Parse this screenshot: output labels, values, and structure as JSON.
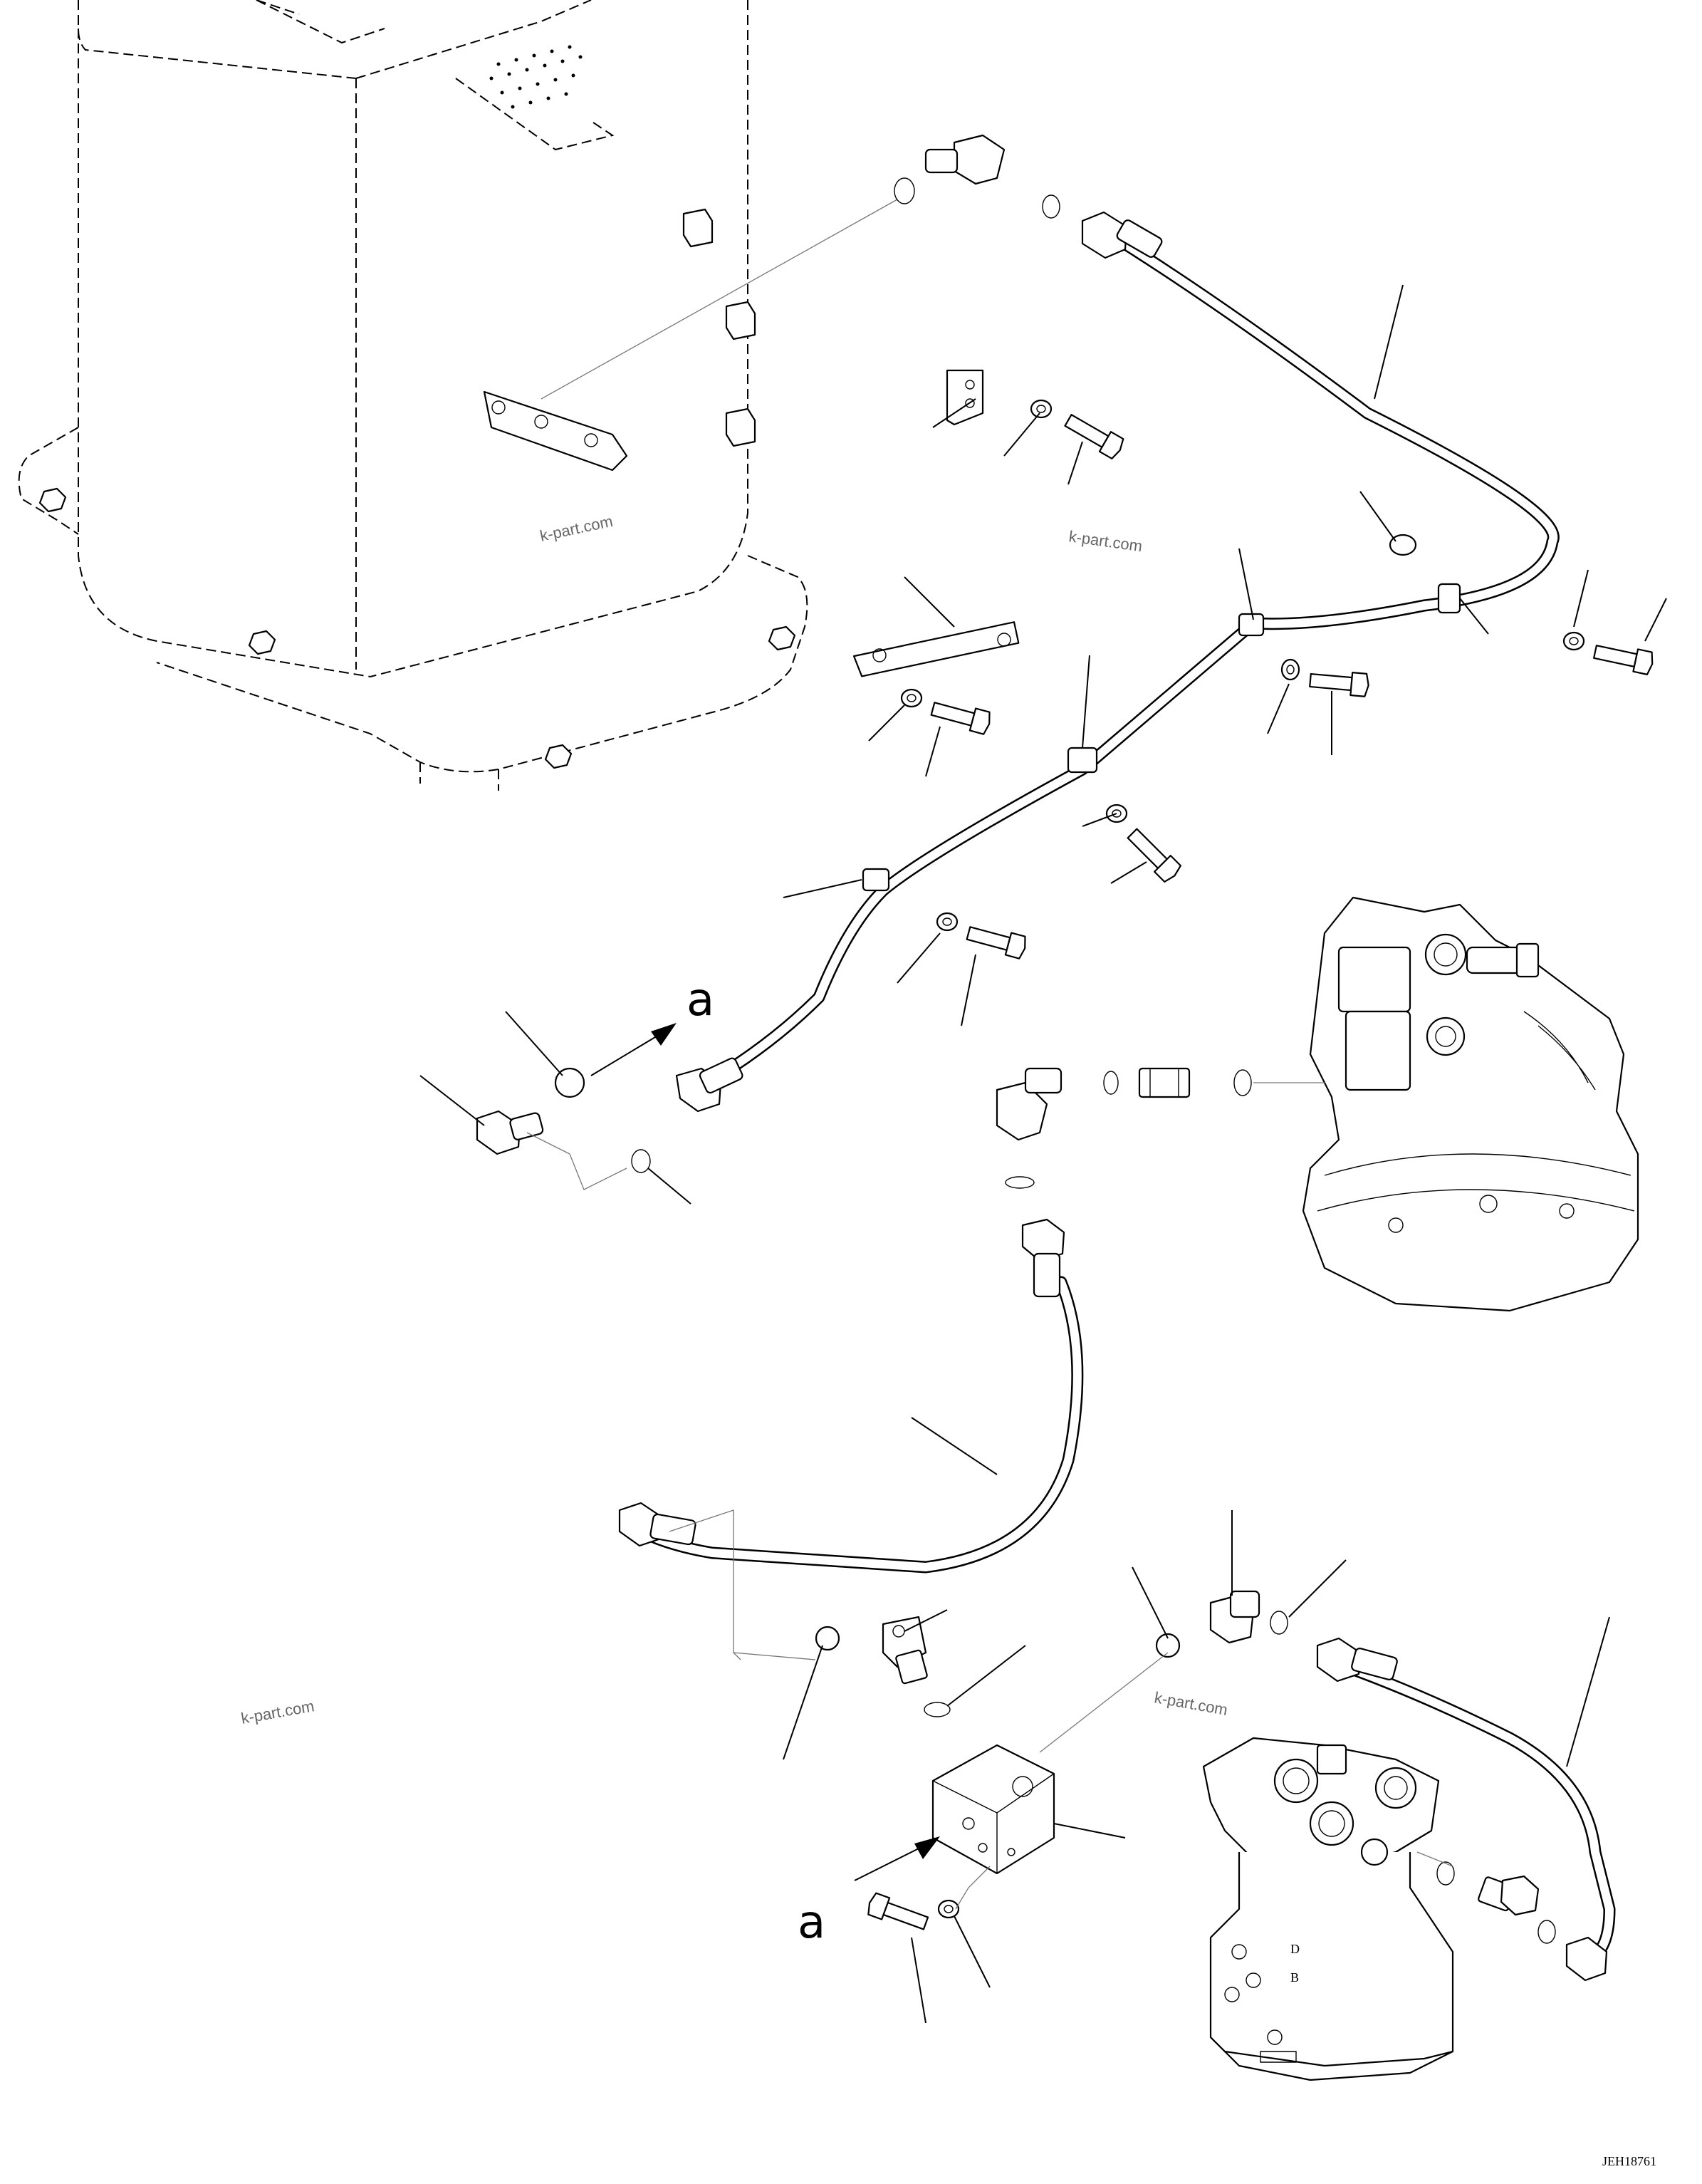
{
  "diagram": {
    "watermarks": [
      "k-part.com",
      "k-part.com",
      "k-part.com",
      "k-part.com"
    ],
    "view_reference": [
      "a",
      "a"
    ],
    "drawing_code": "JEH18761",
    "port_labels": [
      "D",
      "B"
    ]
  }
}
